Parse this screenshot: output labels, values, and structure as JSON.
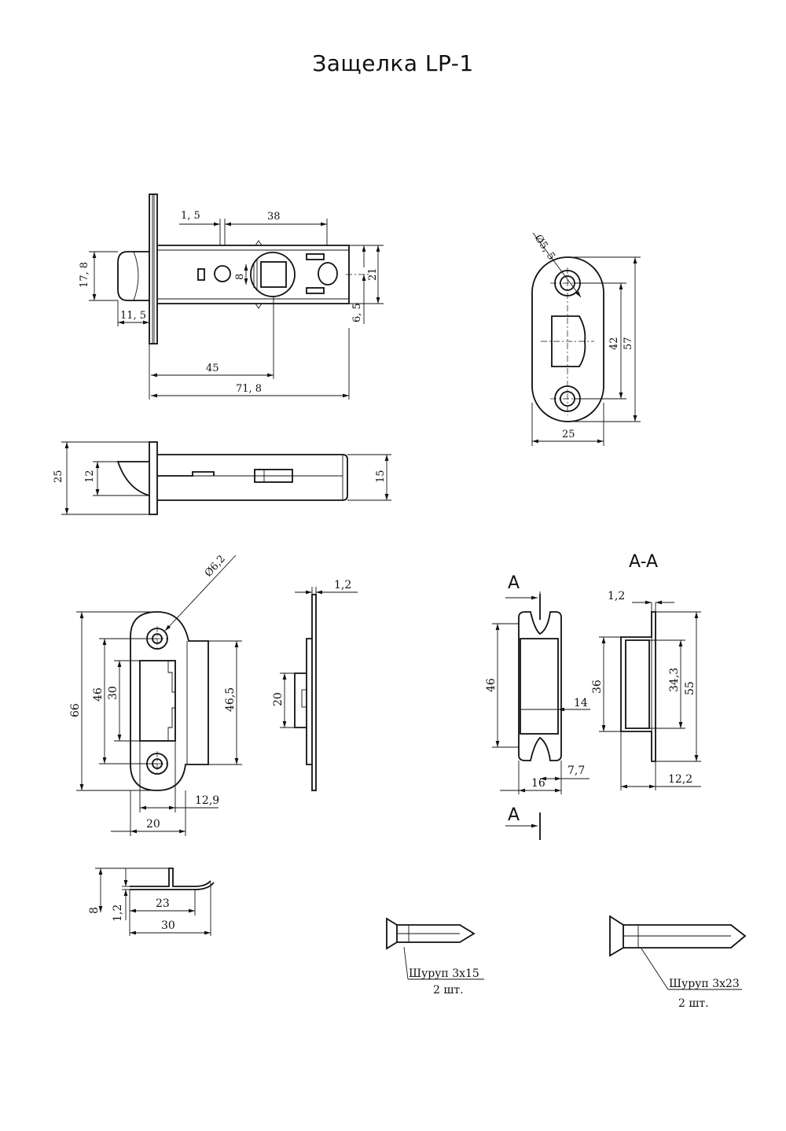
{
  "title": "Защелка LP-1",
  "latch_top_view": {
    "dims": [
      "1, 5",
      "38",
      "17, 8",
      "8",
      "21",
      "6, 5",
      "11, 5",
      "45",
      "71, 8"
    ]
  },
  "latch_side_view": {
    "dims": [
      "25",
      "12",
      "15"
    ]
  },
  "faceplate": {
    "dims": [
      "Ø5, 5",
      "42",
      "57",
      "25"
    ]
  },
  "strike_plate": {
    "dims": [
      "Ø6,2",
      "66",
      "46",
      "30",
      "46,5",
      "12,9",
      "20"
    ],
    "side_dims": [
      "1,2",
      "20"
    ],
    "bottom_dims": [
      "8",
      "1,2",
      "23",
      "30"
    ]
  },
  "strike_box": {
    "section_mark": "A",
    "section_title": "A-A",
    "dims": [
      "46",
      "14",
      "7,7",
      "16"
    ],
    "section_dims": [
      "1,2",
      "36",
      "34,3",
      "55",
      "12,2"
    ]
  },
  "screws": [
    {
      "label": "Шуруп 3х15",
      "qty": "2 шт."
    },
    {
      "label": "Шуруп 3х23",
      "qty": "2 шт."
    }
  ]
}
